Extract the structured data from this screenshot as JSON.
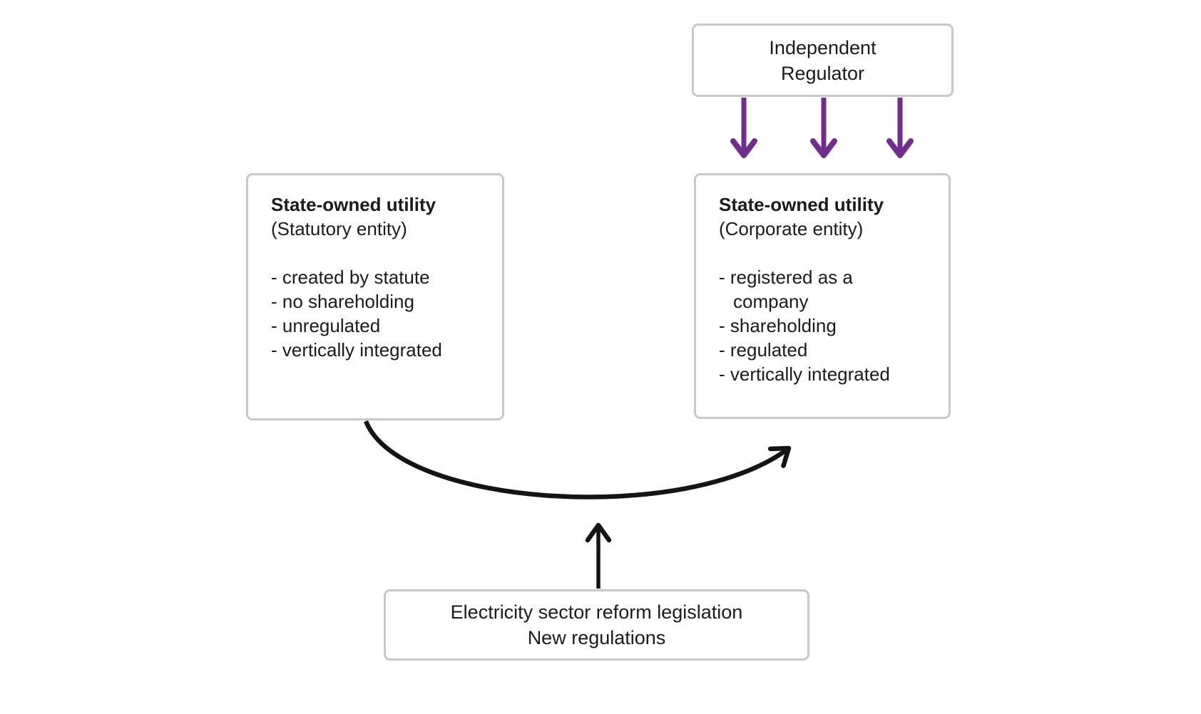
{
  "colors": {
    "arrow_purple": "#722c8e",
    "arrow_black": "#141414",
    "box_border": "#c8c8c8",
    "box_fill": "#ffffff",
    "text": "#1b1b1b"
  },
  "regulator_box": {
    "label": "Independent\nRegulator"
  },
  "statutory_box": {
    "title": "State-owned utility",
    "subtitle": "(Statutory entity)",
    "bullets": [
      "- created by statute",
      "- no shareholding",
      "- unregulated",
      "- vertically integrated"
    ]
  },
  "corporate_box": {
    "title": "State-owned utility",
    "subtitle": "(Corporate entity)",
    "bullets": [
      "- registered as a company",
      "- shareholding",
      "- regulated",
      "- vertically integrated"
    ]
  },
  "legislation_box": {
    "line1": "Electricity sector reform legislation",
    "line2": "New regulations"
  },
  "icons": {
    "regulator_arrows": "down-arrow-icon",
    "transition_arrow": "curved-right-arrow-icon",
    "legislation_arrow": "up-arrow-icon"
  }
}
